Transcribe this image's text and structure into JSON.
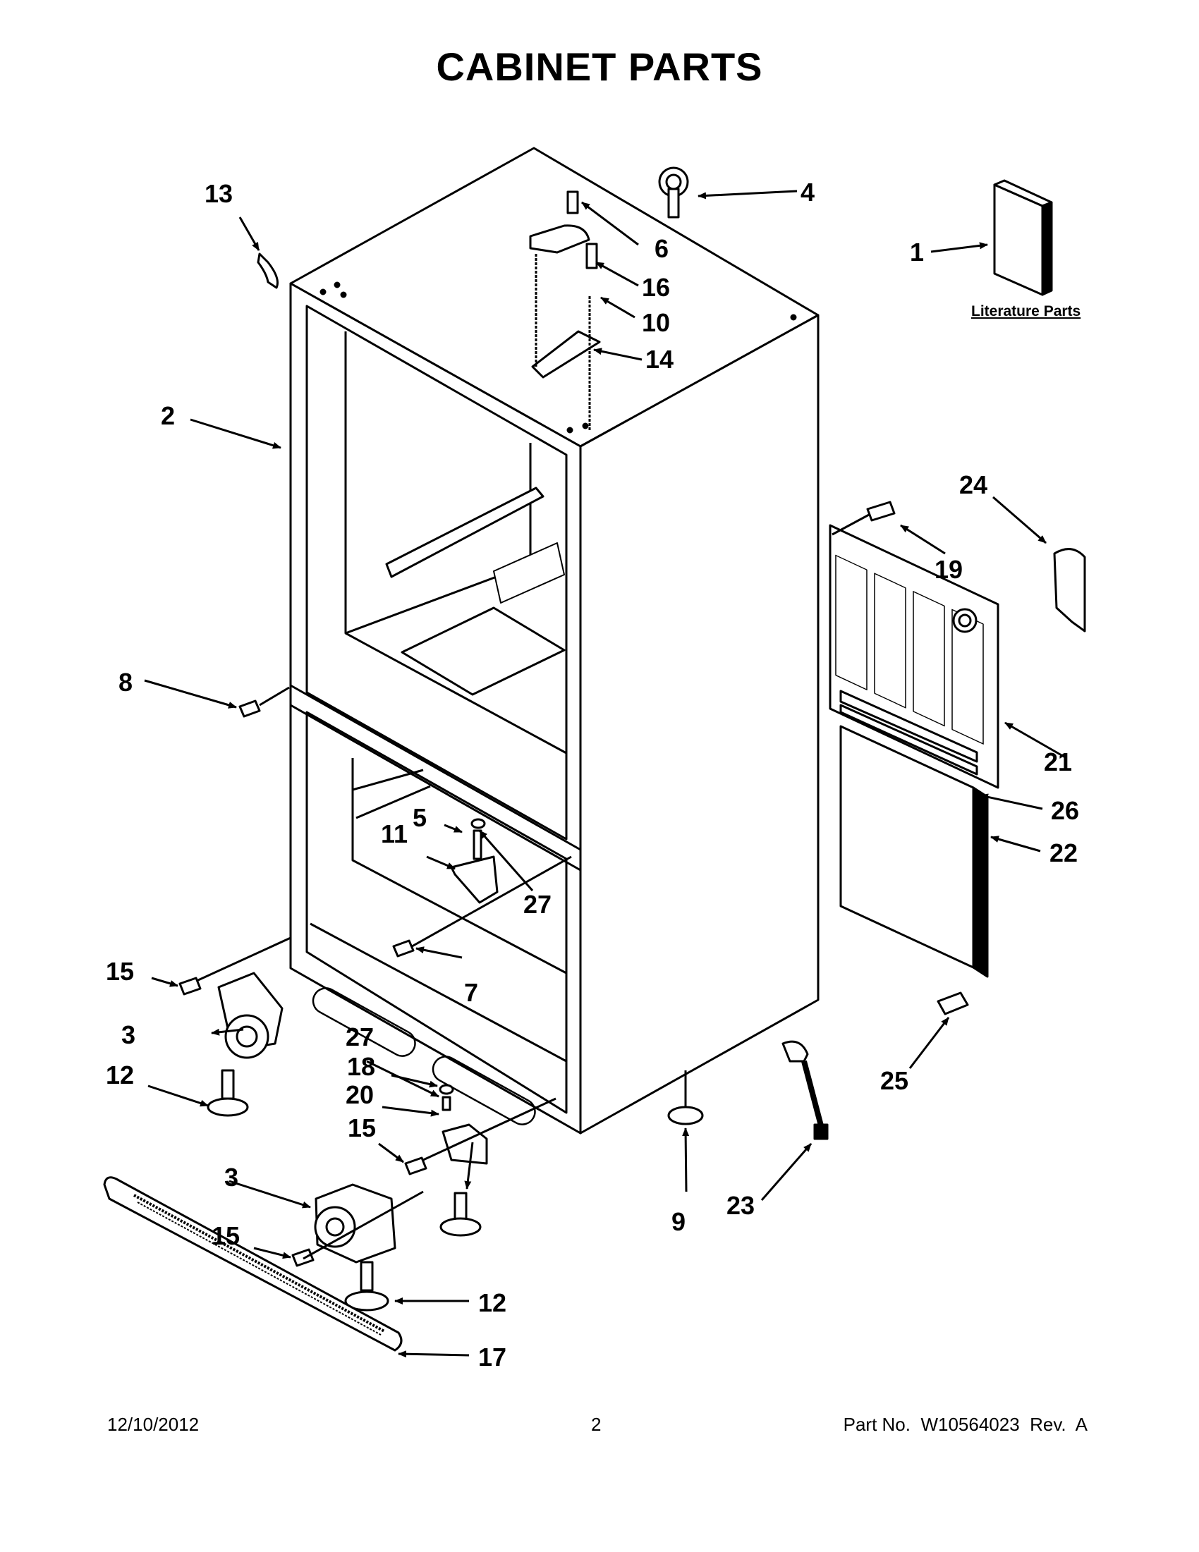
{
  "page": {
    "title": "CABINET PARTS",
    "literature_label": "Literature Parts",
    "footer": {
      "date": "12/10/2012",
      "page_number": "2",
      "part_number": "Part No.  W10564023  Rev.  A"
    }
  },
  "callouts": [
    {
      "id": "c1",
      "label": "1"
    },
    {
      "id": "c2",
      "label": "2"
    },
    {
      "id": "c3a",
      "label": "3"
    },
    {
      "id": "c3b",
      "label": "3"
    },
    {
      "id": "c4",
      "label": "4"
    },
    {
      "id": "c5",
      "label": "5"
    },
    {
      "id": "c6",
      "label": "6"
    },
    {
      "id": "c7",
      "label": "7"
    },
    {
      "id": "c8",
      "label": "8"
    },
    {
      "id": "c9",
      "label": "9"
    },
    {
      "id": "c10",
      "label": "10"
    },
    {
      "id": "c11",
      "label": "11"
    },
    {
      "id": "c12a",
      "label": "12"
    },
    {
      "id": "c12b",
      "label": "12"
    },
    {
      "id": "c13",
      "label": "13"
    },
    {
      "id": "c14",
      "label": "14"
    },
    {
      "id": "c15a",
      "label": "15"
    },
    {
      "id": "c15b",
      "label": "15"
    },
    {
      "id": "c15c",
      "label": "15"
    },
    {
      "id": "c16",
      "label": "16"
    },
    {
      "id": "c17",
      "label": "17"
    },
    {
      "id": "c18",
      "label": "18"
    },
    {
      "id": "c19",
      "label": "19"
    },
    {
      "id": "c20",
      "label": "20"
    },
    {
      "id": "c21",
      "label": "21"
    },
    {
      "id": "c22",
      "label": "22"
    },
    {
      "id": "c23",
      "label": "23"
    },
    {
      "id": "c24",
      "label": "24"
    },
    {
      "id": "c25",
      "label": "25"
    },
    {
      "id": "c26",
      "label": "26"
    },
    {
      "id": "c27a",
      "label": "27"
    },
    {
      "id": "c27b",
      "label": "27"
    }
  ]
}
